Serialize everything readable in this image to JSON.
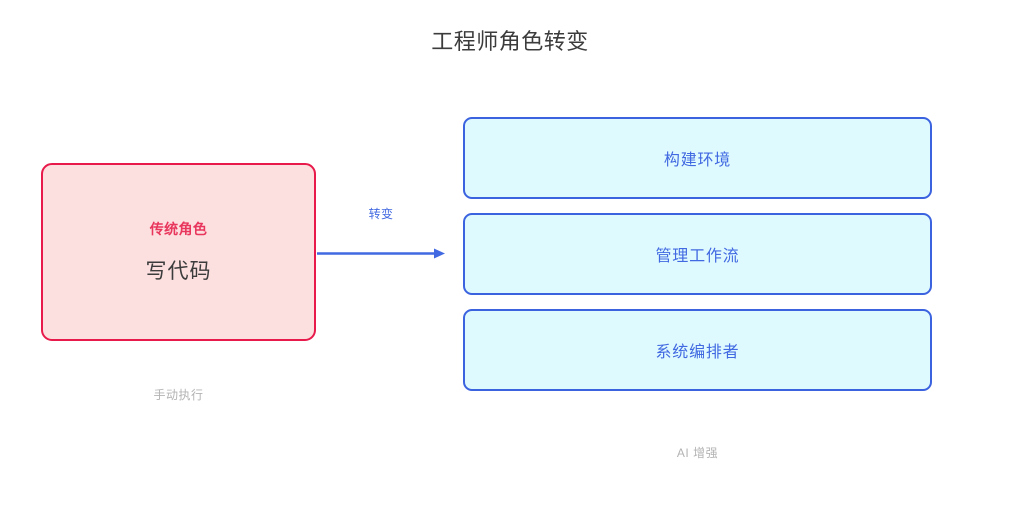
{
  "diagram": {
    "title": "工程师角色转变",
    "title_color": "#3c3c3c",
    "background": "#ffffff",
    "legacy_node": {
      "kicker": "传统角色",
      "title": "写代码",
      "caption": "手动执行",
      "fill": "#fce0e0",
      "border_color": "#e8194b",
      "kicker_color": "#e8365c",
      "title_color": "#3c3c3c"
    },
    "arrow": {
      "label": "转变",
      "color": "#4169e1",
      "icon": "arrow-right-icon"
    },
    "ai_nodes": [
      {
        "label": "构建环境"
      },
      {
        "label": "管理工作流"
      },
      {
        "label": "系统编排者"
      }
    ],
    "ai_caption": "AI 增强",
    "ai_fill": "#dffaff",
    "ai_border_color": "#3b63e0",
    "ai_text_color": "#4169e1",
    "caption_color": "#b3b3b3"
  }
}
